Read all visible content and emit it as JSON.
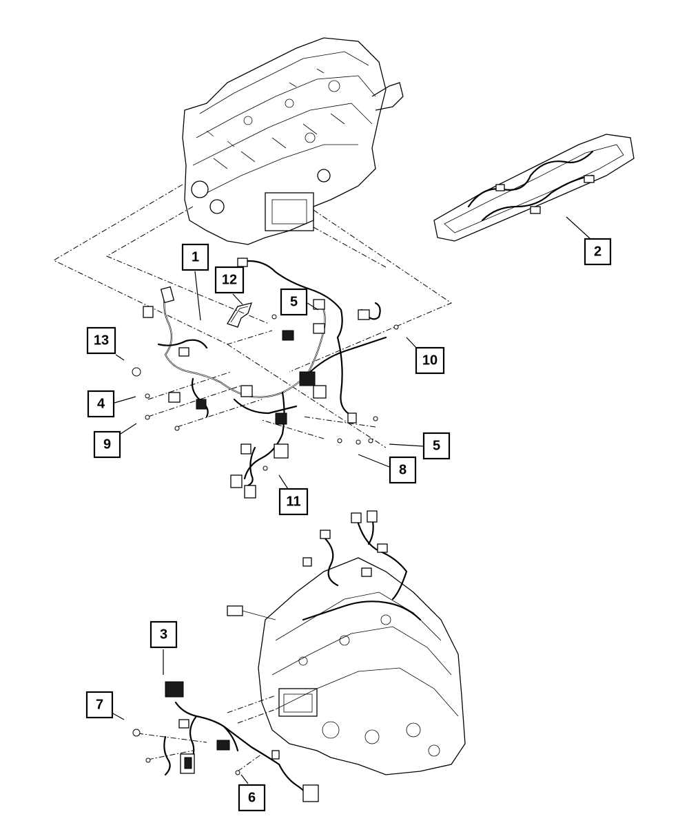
{
  "callouts": [
    {
      "id": "c1",
      "label": "1"
    },
    {
      "id": "c2",
      "label": "2"
    },
    {
      "id": "c3",
      "label": "3"
    },
    {
      "id": "c4",
      "label": "4"
    },
    {
      "id": "c5a",
      "label": "5"
    },
    {
      "id": "c5b",
      "label": "5"
    },
    {
      "id": "c6",
      "label": "6"
    },
    {
      "id": "c7",
      "label": "7"
    },
    {
      "id": "c8",
      "label": "8"
    },
    {
      "id": "c9",
      "label": "9"
    },
    {
      "id": "c10",
      "label": "10"
    },
    {
      "id": "c11",
      "label": "11"
    },
    {
      "id": "c12",
      "label": "12"
    },
    {
      "id": "c13",
      "label": "13"
    }
  ]
}
